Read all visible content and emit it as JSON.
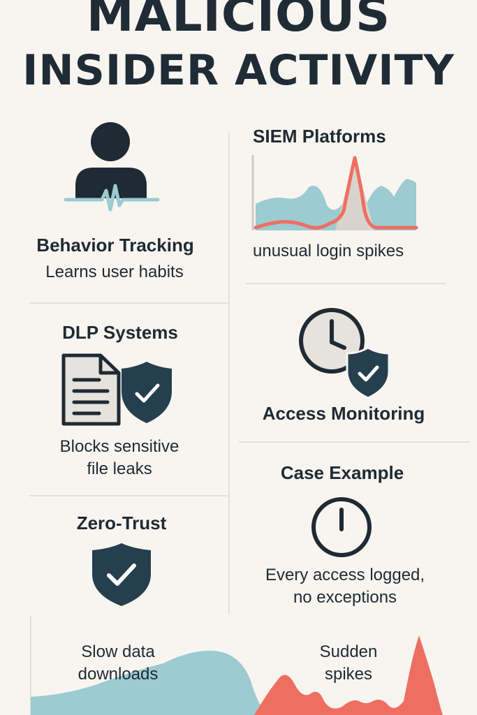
{
  "title": {
    "line1": "MALICIOUS",
    "line2": "INSIDER ACTIVITY"
  },
  "behavior": {
    "heading": "Behavior Tracking",
    "caption": "Learns user habits",
    "icon": "user-heartbeat-icon"
  },
  "siem": {
    "heading": "SIEM Platforms",
    "caption": "unusual login spikes",
    "icon": "spike-chart-icon"
  },
  "dlp": {
    "heading": "DLP Systems",
    "caption_line1": "Blocks sensitive",
    "caption_line2": "file leaks",
    "icon": "document-shield-icon"
  },
  "access": {
    "heading": "Access Monitoring",
    "icon": "clock-shield-icon"
  },
  "zero_trust": {
    "heading": "Zero-Trust",
    "icon": "shield-check-icon"
  },
  "case": {
    "heading": "Case Example",
    "caption_line1": "Every access logged,",
    "caption_line2": "no exceptions",
    "icon": "clock-icon"
  },
  "bottom": {
    "left_line1": "Slow data",
    "left_line2": "downloads",
    "right_line1": "Sudden",
    "right_line2": "spikes"
  },
  "colors": {
    "navy": "#253f4f",
    "dark": "#1f2a33",
    "teal": "#9ccbd2",
    "coral": "#ee6f61",
    "background": "#f8f5f0"
  }
}
